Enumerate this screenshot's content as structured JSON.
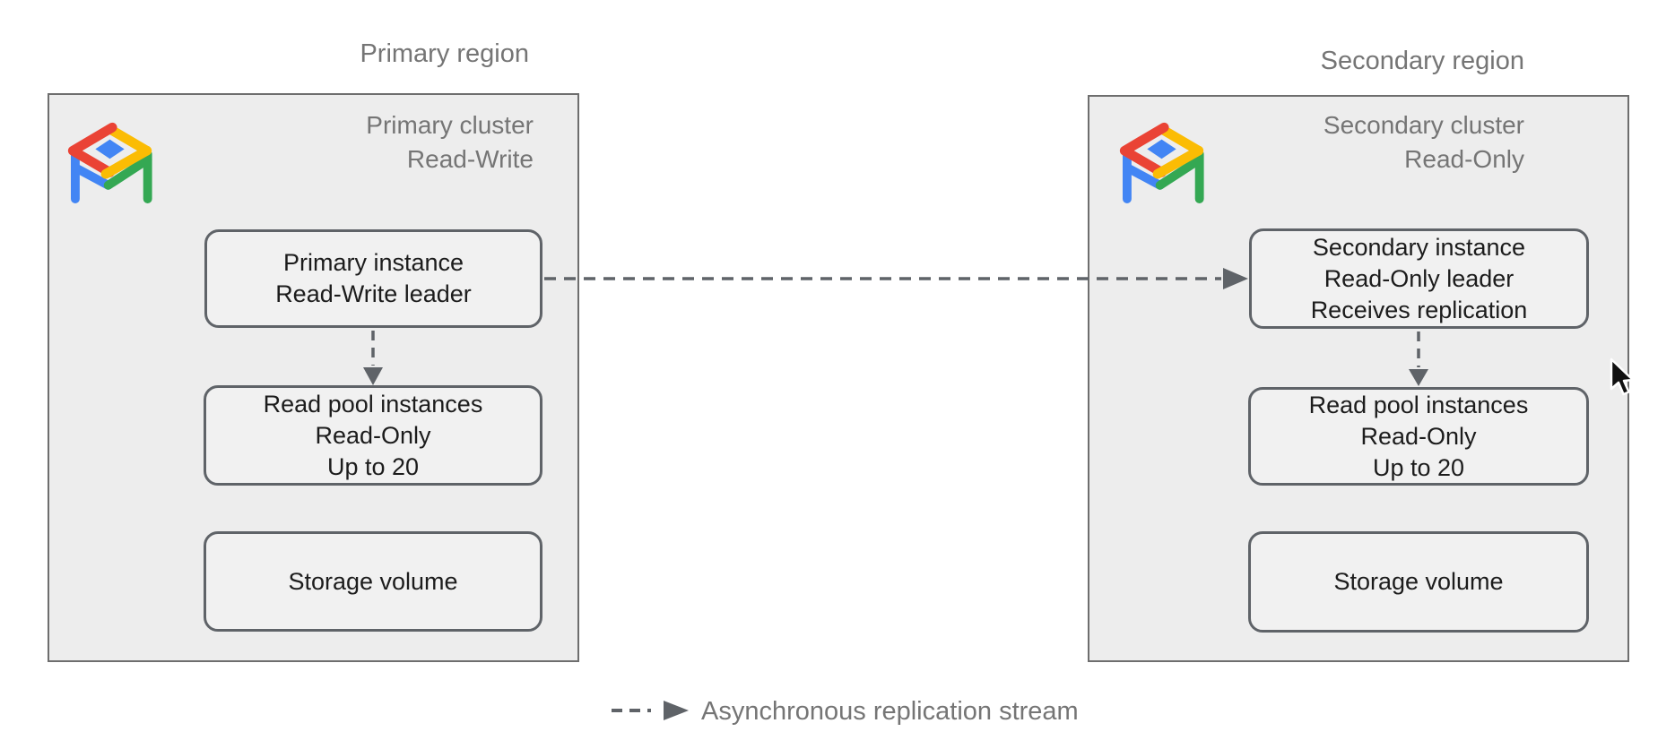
{
  "diagram": {
    "regions": [
      {
        "title": "Primary region",
        "cluster_title_line1": "Primary cluster",
        "cluster_title_line2": "Read-Write",
        "nodes": {
          "instance": {
            "line1": "Primary instance",
            "line2": "Read-Write leader"
          },
          "read_pool": {
            "line1": "Read pool instances",
            "line2": "Read-Only",
            "line3": "Up to 20"
          },
          "storage": {
            "line1": "Storage volume"
          }
        }
      },
      {
        "title": "Secondary region",
        "cluster_title_line1": "Secondary cluster",
        "cluster_title_line2": "Read-Only",
        "nodes": {
          "instance": {
            "line1": "Secondary instance",
            "line2": "Read-Only leader",
            "line3": "Receives replication"
          },
          "read_pool": {
            "line1": "Read pool instances",
            "line2": "Read-Only",
            "line3": "Up to 20"
          },
          "storage": {
            "line1": "Storage volume"
          }
        }
      }
    ],
    "legend": {
      "label": "Asynchronous replication stream"
    },
    "icons": {
      "cluster_logo": "alloydb-table-icon",
      "replication_arrow": "dashed-arrow-icon",
      "pointer": "mouse-cursor"
    },
    "colors": {
      "region_fill": "#ededed",
      "region_border": "#6e6e6e",
      "node_fill": "#f1f1f1",
      "node_border": "#5f6368",
      "arrow": "#5f6368",
      "muted_text": "#757575",
      "node_text": "#1c1c1c",
      "logo_red": "#EA4335",
      "logo_yellow": "#FBBC04",
      "logo_green": "#34A853",
      "logo_blue": "#4285F4"
    }
  }
}
